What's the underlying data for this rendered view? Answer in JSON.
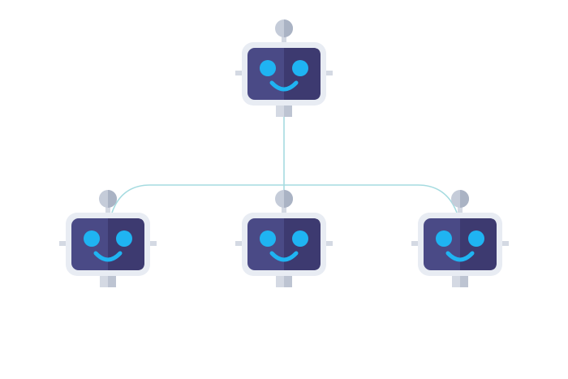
{
  "diagram": {
    "type": "hierarchy",
    "root": {
      "name": "bot-root",
      "icon": "robot-head-icon"
    },
    "children": [
      {
        "name": "bot-left",
        "icon": "robot-head-icon"
      },
      {
        "name": "bot-center",
        "icon": "robot-head-icon"
      },
      {
        "name": "bot-right",
        "icon": "robot-head-icon"
      }
    ]
  },
  "colors": {
    "background": "#ffffff",
    "frame": "#e8ecf3",
    "screen_left": "#4a4a86",
    "screen_right": "#3d3a70",
    "eye": "#1fb4f2",
    "smile": "#1fb4f2",
    "antenna_ball": "#c5ccd9",
    "antenna_ball_shadow": "#aab3c4",
    "stem": "#d4d9e3",
    "connector": "#a5dbe0"
  }
}
